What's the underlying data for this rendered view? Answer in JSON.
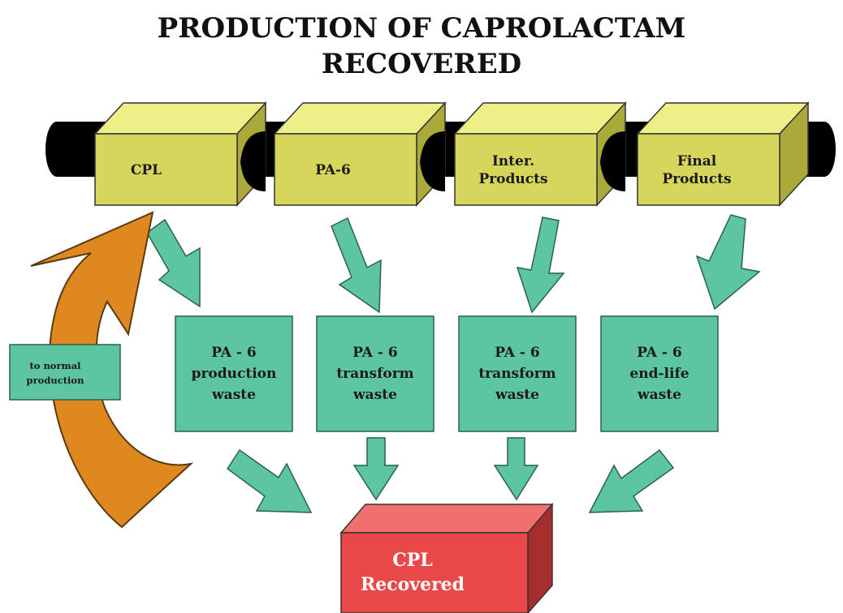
{
  "title": {
    "line1": "PRODUCTION OF CAPROLACTAM",
    "line2": "RECOVERED"
  },
  "stages": [
    {
      "line1": "CPL",
      "line2": ""
    },
    {
      "line1": "PA-6",
      "line2": ""
    },
    {
      "line1": "Inter.",
      "line2": "Products"
    },
    {
      "line1": "Final",
      "line2": "Products"
    }
  ],
  "wastes": [
    {
      "line1": "PA - 6",
      "line2": "production",
      "line3": "waste"
    },
    {
      "line1": "PA - 6",
      "line2": "transform",
      "line3": "waste"
    },
    {
      "line1": "PA - 6",
      "line2": "transform",
      "line3": "waste"
    },
    {
      "line1": "PA - 6",
      "line2": "end-life",
      "line3": "waste"
    }
  ],
  "return_label": {
    "line1": "to normal",
    "line2": "production"
  },
  "recovered": {
    "line1": "CPL",
    "line2": "Recovered"
  },
  "colors": {
    "stage_box": "#d6d65c",
    "waste_box": "#5cc6a0",
    "arrow": "#5cc6a0",
    "recovered_box": "#e84848",
    "return_arrow": "#e08820",
    "pipe": "#000000"
  }
}
